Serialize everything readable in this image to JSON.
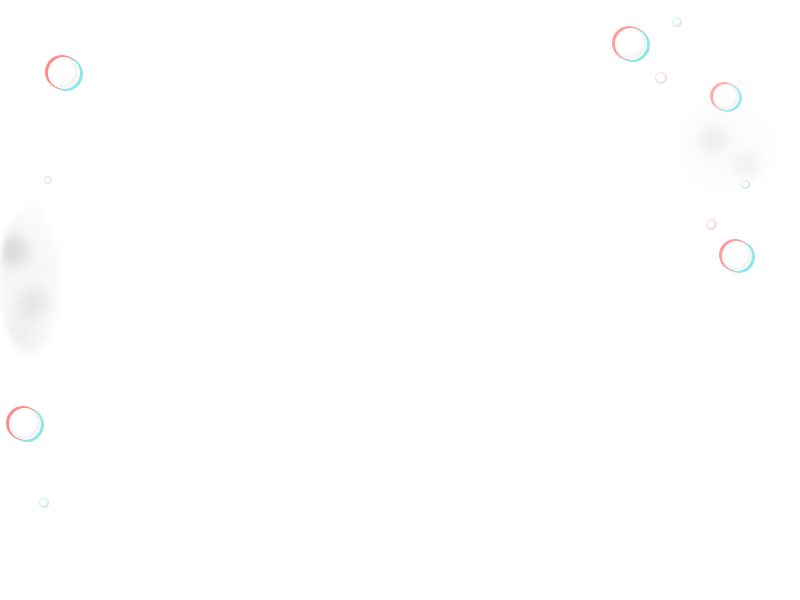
{
  "image": {
    "background_color": "#ffffff",
    "accent_colors": {
      "red_fringe": "#ff4b4b",
      "cyan_fringe": "#2fd3d3",
      "bubble_fill": "#f2f2f2",
      "speckle": "#bdbdbd"
    },
    "elements": {
      "bubbles": [
        {
          "name": "bubble-top-left"
        },
        {
          "name": "bubble-top-right-1"
        },
        {
          "name": "bubble-top-right-2"
        },
        {
          "name": "bubble-right-mid"
        },
        {
          "name": "bubble-left-lower"
        }
      ],
      "small_dots": [
        {
          "name": "dot-top-right"
        },
        {
          "name": "dot-right-1"
        },
        {
          "name": "dot-right-2"
        },
        {
          "name": "dot-left-lower"
        },
        {
          "name": "dot-left-mid"
        },
        {
          "name": "dot-top-mid-right"
        }
      ],
      "speckle_clusters": [
        {
          "name": "speckle-left"
        },
        {
          "name": "speckle-right"
        }
      ]
    }
  }
}
